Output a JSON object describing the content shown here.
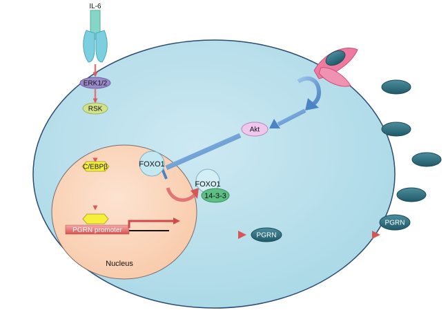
{
  "labels": {
    "il6": "IL-6",
    "erk": "ERK1/2",
    "rsk": "RSK",
    "cebp": "C/EBPβ",
    "akt": "Akt",
    "foxo1_nuclear": "FOXO1",
    "foxo1_complex": "FOXO1",
    "protein_1433": "14-3-3",
    "promoter": "PGRN promoter",
    "pgrn_cell": "PGRN",
    "pgrn_secreted": "PGRN",
    "nucleus": "Nucleus"
  },
  "colors": {
    "cytoplasm": "#b9e1ec",
    "cell_border": "#2a4a73",
    "nucleus": "#fbd7c0",
    "receptor_cyan": "#7ed0df",
    "erk": "#9b8ac9",
    "rsk": "#d2e28a",
    "cebp": "#f6ef3c",
    "akt": "#eec6ee",
    "foxo": "#c3e8f2",
    "protein_1433": "#5cbf86",
    "promoter": "#e46a6a",
    "pgrn": "#2c6b7b",
    "arrow_red": "#e27575",
    "arrow_blue": "#5b94cf",
    "receptor_pink": "#ef7aa0"
  }
}
